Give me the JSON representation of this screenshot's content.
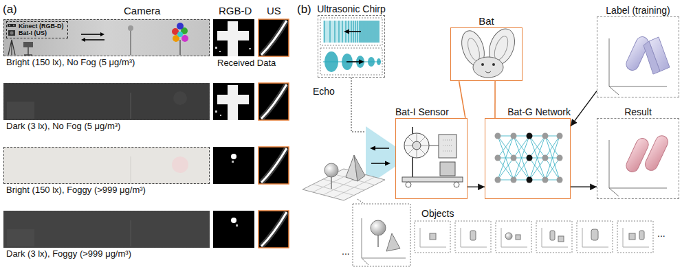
{
  "diagram": {
    "nodes": [
      {
        "text": [
          "Bright (150 lx), No Fog (5 μg/m³)"
        ]
      },
      {
        "text": [
          "Kinect (RGB-D)",
          "Bat-I (US)"
        ],
        "in": 0
      },
      {
        "text": [
          "Dark (3 lx), No Fog (5 μg/m³)"
        ]
      },
      {
        "text": [
          "Bright (150 lx), Foggy (>999 μg/m³)"
        ]
      },
      {
        "text": [
          "Dark (3 lx), Foggy (>999 μg/m³)"
        ]
      },
      {
        "text": [
          "Ultrasonic Chirp"
        ]
      },
      {
        "text": [
          "Bat"
        ]
      },
      {
        "text": [
          "Label (training)"
        ]
      },
      {
        "text": [
          "Bat-I Sensor"
        ]
      },
      {
        "text": [
          "Bat-G Network"
        ]
      },
      {
        "text": [
          "Result"
        ]
      }
    ],
    "edges": [
      {
        "from": 6,
        "to": 8,
        "arrow": "none"
      },
      {
        "from": 6,
        "to": 9,
        "arrow": "none"
      },
      {
        "from": 8,
        "to": 9,
        "arrow": "to"
      },
      {
        "from": 9,
        "to": 10,
        "arrow": "to"
      },
      {
        "from": 7,
        "to": 9,
        "arrow": "to"
      }
    ],
    "labels": [
      "(a)",
      "Camera",
      "RGB-D",
      "US",
      "Received Data",
      "(b)",
      "Echo",
      "Objects",
      "...",
      "..."
    ]
  }
}
